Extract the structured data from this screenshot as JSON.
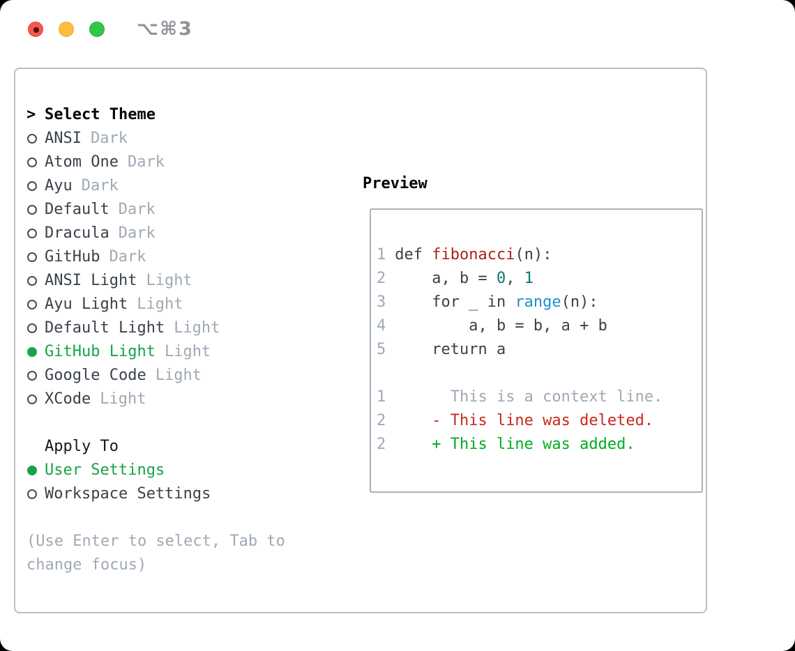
{
  "titlebar": {
    "title": "⌥⌘3",
    "traffic_lights": [
      "close",
      "minimize",
      "zoom"
    ]
  },
  "theme_panel": {
    "header_marker": ">",
    "header": "Select Theme",
    "items": [
      {
        "name": "ANSI",
        "tag": "Dark",
        "selected": false
      },
      {
        "name": "Atom One",
        "tag": "Dark",
        "selected": false
      },
      {
        "name": "Ayu",
        "tag": "Dark",
        "selected": false
      },
      {
        "name": "Default",
        "tag": "Dark",
        "selected": false
      },
      {
        "name": "Dracula",
        "tag": "Dark",
        "selected": false
      },
      {
        "name": "GitHub",
        "tag": "Dark",
        "selected": false
      },
      {
        "name": "ANSI Light",
        "tag": "Light",
        "selected": false
      },
      {
        "name": "Ayu Light",
        "tag": "Light",
        "selected": false
      },
      {
        "name": "Default Light",
        "tag": "Light",
        "selected": false
      },
      {
        "name": "GitHub Light",
        "tag": "Light",
        "selected": true
      },
      {
        "name": "Google Code",
        "tag": "Light",
        "selected": false
      },
      {
        "name": "XCode",
        "tag": "Light",
        "selected": false
      }
    ],
    "apply_to": {
      "header": "Apply To",
      "items": [
        {
          "name": "User Settings",
          "selected": true
        },
        {
          "name": "Workspace Settings",
          "selected": false
        }
      ]
    },
    "help": "(Use Enter to select, Tab to change focus)"
  },
  "preview": {
    "header": "Preview",
    "lines": [
      {
        "num": "",
        "segments": []
      },
      {
        "num": "1",
        "segments": [
          {
            "text": "def ",
            "color": "fg"
          },
          {
            "text": "fibonacci",
            "color": "func"
          },
          {
            "text": "(n):",
            "color": "fg"
          }
        ]
      },
      {
        "num": "2",
        "segments": [
          {
            "text": "    a, b = ",
            "color": "fg"
          },
          {
            "text": "0",
            "color": "num"
          },
          {
            "text": ", ",
            "color": "fg"
          },
          {
            "text": "1",
            "color": "num"
          }
        ]
      },
      {
        "num": "3",
        "segments": [
          {
            "text": "    for _ in ",
            "color": "fg"
          },
          {
            "text": "range",
            "color": "kw"
          },
          {
            "text": "(n):",
            "color": "fg"
          }
        ]
      },
      {
        "num": "4",
        "segments": [
          {
            "text": "        a, b = b, a + b",
            "color": "fg"
          }
        ]
      },
      {
        "num": "5",
        "segments": [
          {
            "text": "    return a",
            "color": "fg"
          }
        ]
      },
      {
        "num": "",
        "segments": []
      },
      {
        "num": "1",
        "segments": [
          {
            "text": "      This is a context line.",
            "color": "ctx"
          }
        ]
      },
      {
        "num": "2",
        "segments": [
          {
            "text": "    - This line was deleted.",
            "color": "del"
          }
        ]
      },
      {
        "num": "2",
        "segments": [
          {
            "text": "    + This line was added.",
            "color": "add"
          }
        ]
      }
    ]
  },
  "colors": {
    "selection_green": "#17a34a",
    "added_green": "#00ad1f",
    "deleted_red": "#c9281c",
    "function_red": "#a9231a",
    "number_teal": "#0f766e",
    "keyword_blue": "#2090cd",
    "muted_gray": "#9fa9b4",
    "text_dark": "#3a414b",
    "traffic_red": "#f5574d",
    "traffic_yellow": "#fcbe3f",
    "traffic_green": "#33c748"
  }
}
